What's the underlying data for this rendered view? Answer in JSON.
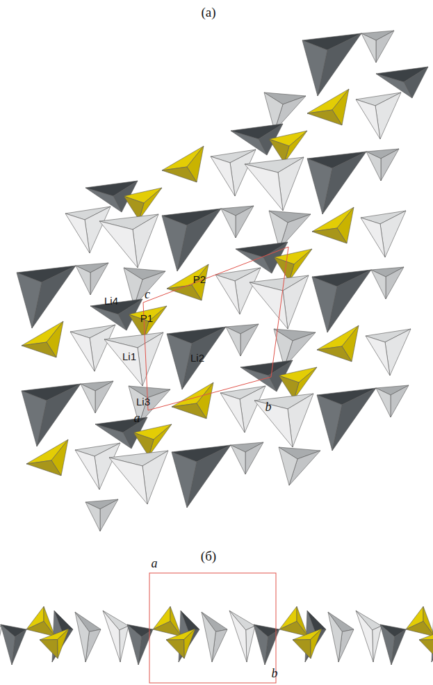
{
  "diagram": {
    "labels": [
      "(а)",
      "c",
      "P2",
      "Li4",
      "P1",
      "Li1",
      "Li2",
      "b",
      "Li3",
      "a",
      "(б)",
      "a",
      "b"
    ]
  }
}
